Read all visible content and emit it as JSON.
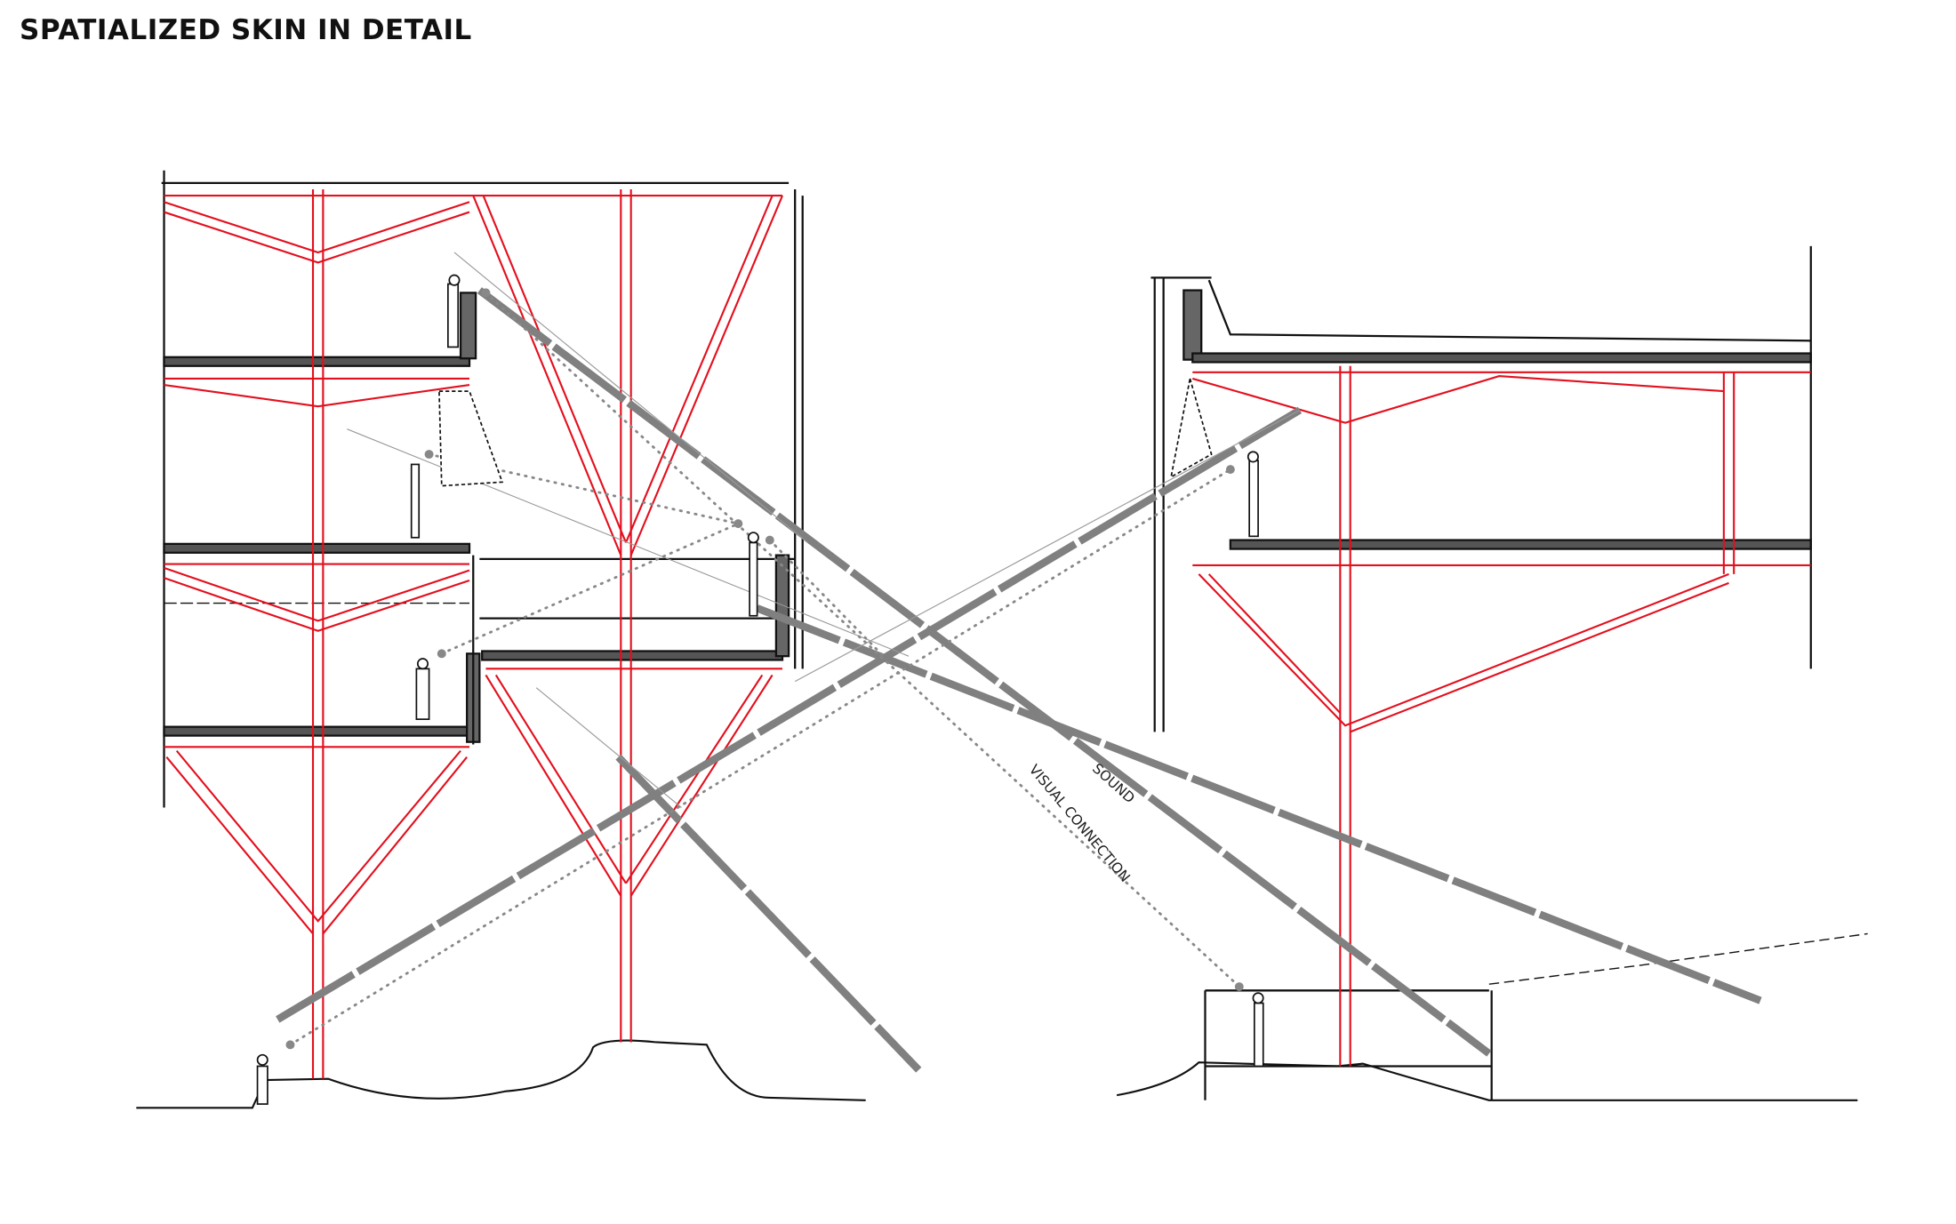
{
  "title": "SPATIALIZED SKIN IN DETAIL",
  "labels": {
    "sound": "SOUND",
    "visual": "VISUAL CONNECTION"
  },
  "colors": {
    "structure": "#e3101e",
    "sketch": "#111111",
    "ray": "#808080"
  }
}
